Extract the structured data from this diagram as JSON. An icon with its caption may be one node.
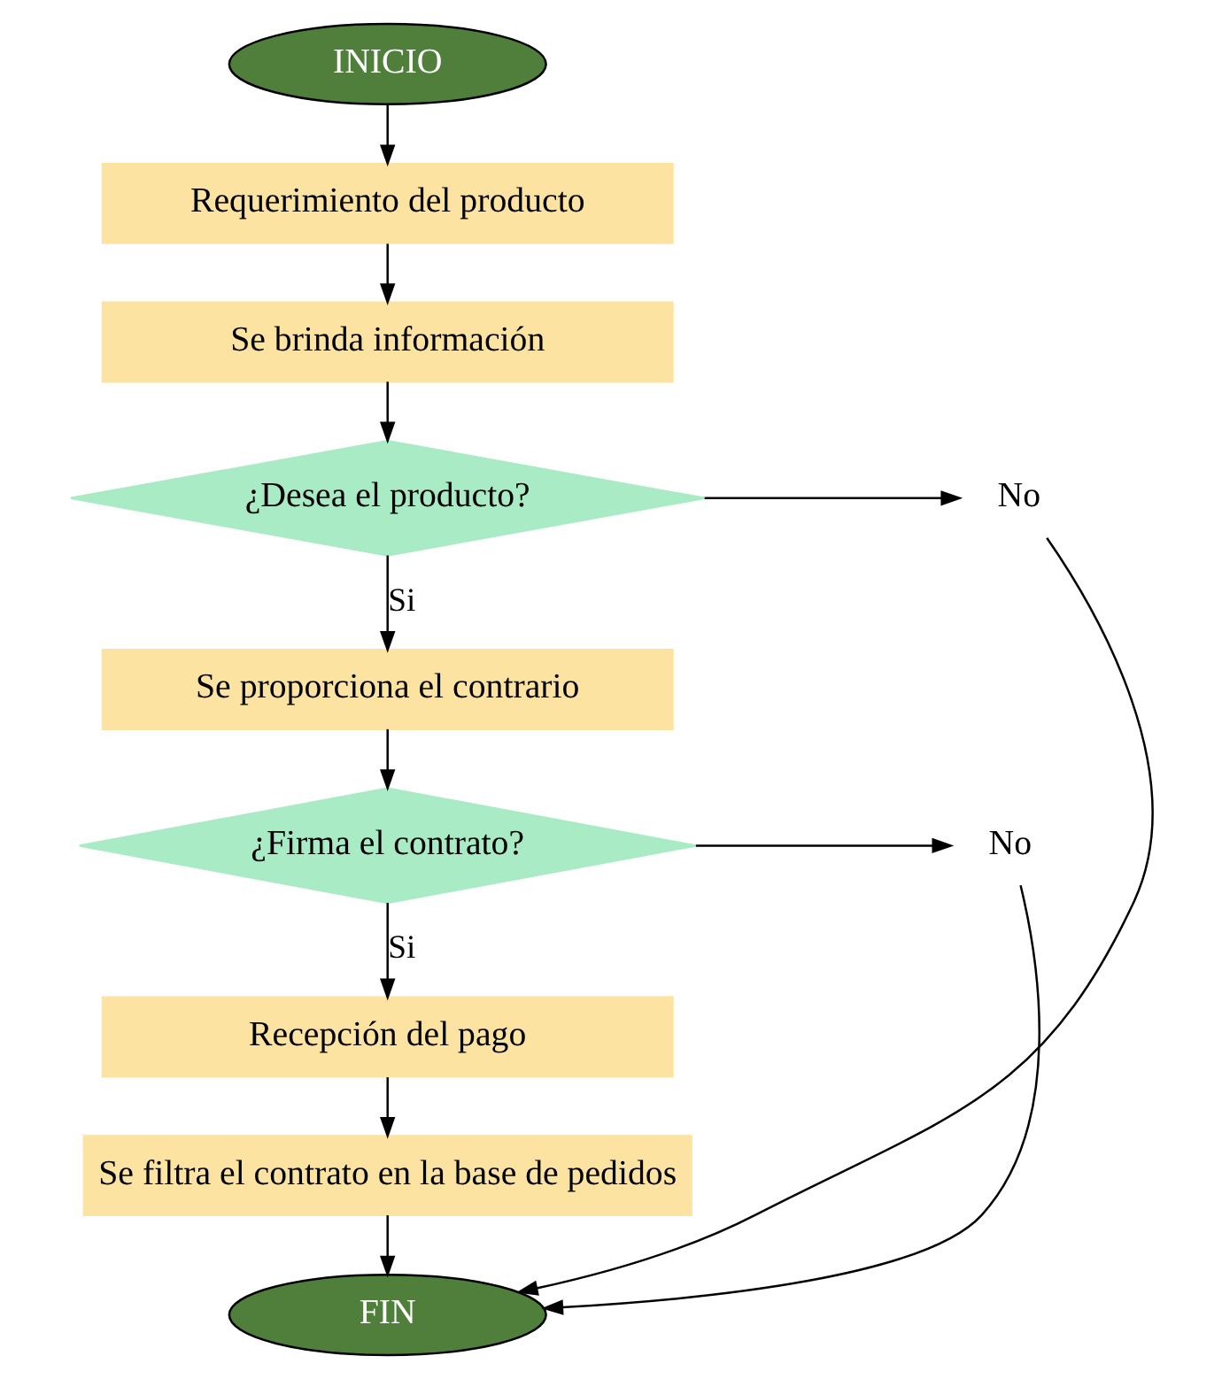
{
  "diagram": {
    "nodes": [
      {
        "text": [
          "INICIO"
        ]
      },
      {
        "text": [
          "Requerimiento del producto"
        ]
      },
      {
        "text": [
          "Se brinda información"
        ]
      },
      {
        "text": [
          "¿Desea el producto?"
        ]
      },
      {
        "text": [
          "No"
        ]
      },
      {
        "text": [
          "Se proporciona el contrario"
        ]
      },
      {
        "text": [
          "¿Firma el contrato?"
        ]
      },
      {
        "text": [
          "No"
        ]
      },
      {
        "text": [
          "Recepción del pago"
        ]
      },
      {
        "text": [
          "Se filtra el contrato en la base de pedidos"
        ]
      },
      {
        "text": [
          "FIN"
        ]
      }
    ],
    "edges": [
      {
        "from": 0,
        "to": 1,
        "arrow": "to"
      },
      {
        "from": 1,
        "to": 2,
        "arrow": "to"
      },
      {
        "from": 2,
        "to": 3,
        "arrow": "to"
      },
      {
        "from": 3,
        "to": 4,
        "arrow": "to"
      },
      {
        "from": 3,
        "to": 5,
        "arrow": "to",
        "label": "Si"
      },
      {
        "from": 5,
        "to": 6,
        "arrow": "to"
      },
      {
        "from": 6,
        "to": 7,
        "arrow": "to"
      },
      {
        "from": 6,
        "to": 8,
        "arrow": "to",
        "label": "Si"
      },
      {
        "from": 8,
        "to": 9,
        "arrow": "to"
      },
      {
        "from": 9,
        "to": 10,
        "arrow": "to"
      },
      {
        "from": 7,
        "to": 10,
        "arrow": "to"
      },
      {
        "from": 4,
        "to": 10,
        "arrow": "to"
      }
    ]
  }
}
